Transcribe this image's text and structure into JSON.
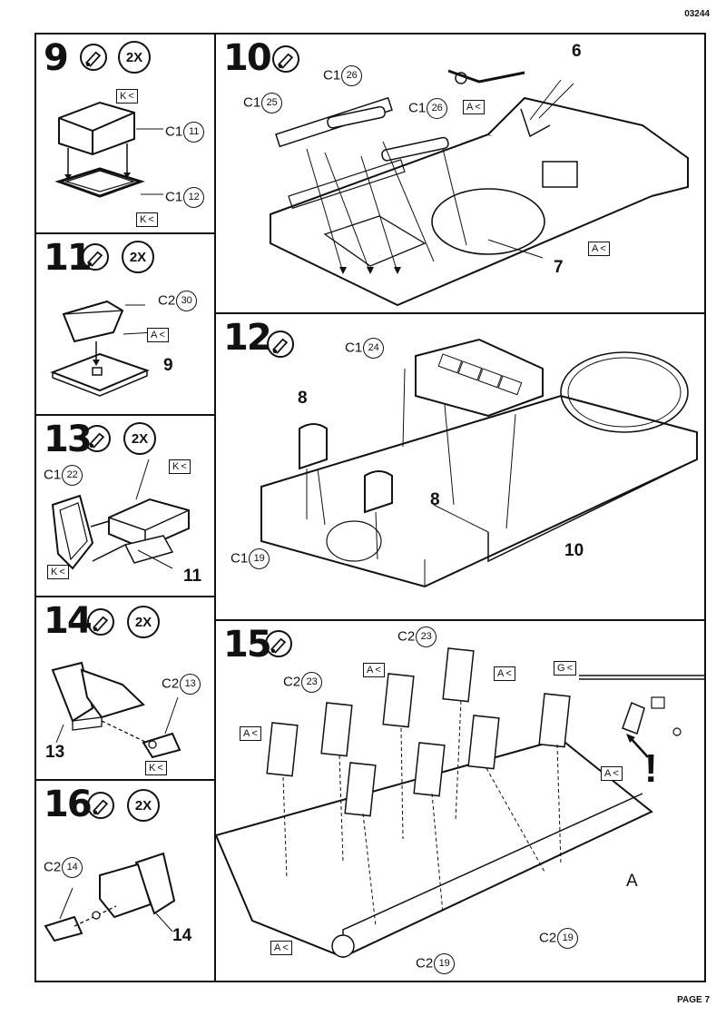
{
  "header": {
    "doc_number": "03244"
  },
  "footer": {
    "page_label": "PAGE 7"
  },
  "steps": [
    {
      "id": "9",
      "multiplier": "2X",
      "parts": [
        {
          "prefix": "C1",
          "num": "11"
        },
        {
          "prefix": "C1",
          "num": "12"
        }
      ],
      "tags": [
        "K",
        "K"
      ]
    },
    {
      "id": "10",
      "parts": [
        {
          "prefix": "C1",
          "num": "26"
        },
        {
          "prefix": "C1",
          "num": "25"
        },
        {
          "prefix": "C1",
          "num": "26"
        }
      ],
      "tags": [
        "A",
        "A"
      ],
      "refs": [
        "6",
        "7"
      ]
    },
    {
      "id": "11",
      "multiplier": "2X",
      "parts": [
        {
          "prefix": "C2",
          "num": "30"
        }
      ],
      "tags": [
        "A"
      ],
      "refs": [
        "9"
      ]
    },
    {
      "id": "12",
      "parts": [
        {
          "prefix": "C1",
          "num": "24"
        },
        {
          "prefix": "C1",
          "num": "19"
        }
      ],
      "refs": [
        "8",
        "8",
        "10"
      ]
    },
    {
      "id": "13",
      "multiplier": "2X",
      "parts": [
        {
          "prefix": "C1",
          "num": "22"
        }
      ],
      "tags": [
        "K",
        "K"
      ],
      "refs": [
        "11"
      ]
    },
    {
      "id": "14",
      "multiplier": "2X",
      "parts": [
        {
          "prefix": "C2",
          "num": "13"
        }
      ],
      "tags": [
        "K"
      ],
      "refs": [
        "13"
      ]
    },
    {
      "id": "15",
      "parts": [
        {
          "prefix": "C2",
          "num": "23"
        },
        {
          "prefix": "C2",
          "num": "23"
        },
        {
          "prefix": "C2",
          "num": "19"
        },
        {
          "prefix": "C2",
          "num": "19"
        }
      ],
      "tags": [
        "A",
        "A",
        "A",
        "G",
        "A",
        "A"
      ],
      "refs": [
        "A"
      ],
      "warning": "!"
    },
    {
      "id": "16",
      "multiplier": "2X",
      "parts": [
        {
          "prefix": "C2",
          "num": "14"
        }
      ],
      "refs": [
        "14"
      ]
    }
  ],
  "icons": {
    "glue": "glue-tube-icon"
  }
}
